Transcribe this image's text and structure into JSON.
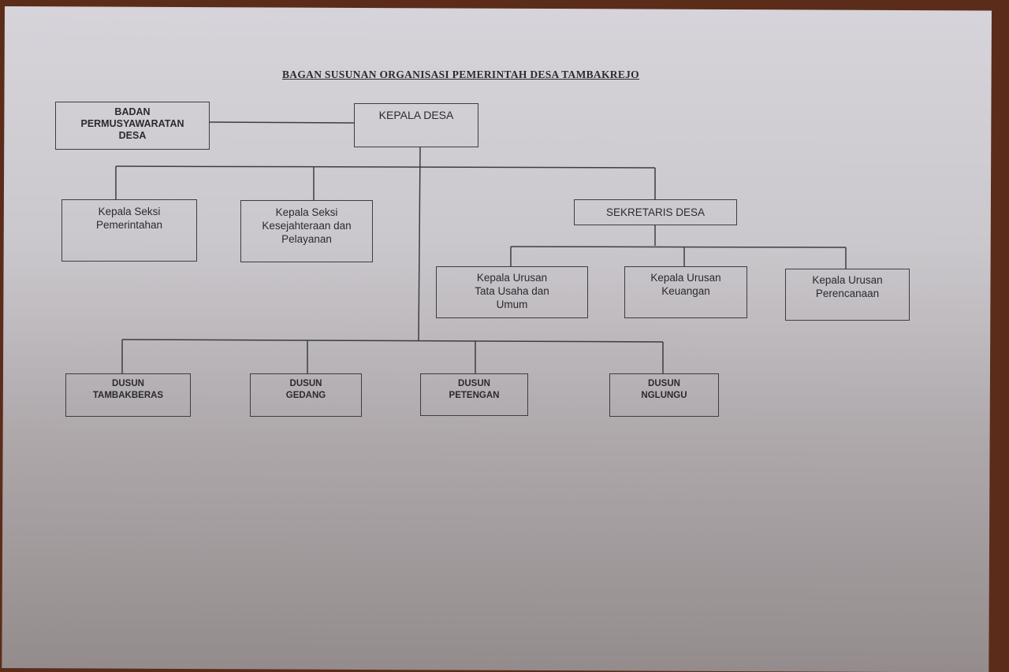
{
  "title": "BAGAN SUSUNAN ORGANISASI PEMERINTAH DESA TAMBAKREJO",
  "nodes": {
    "bpd": "BADAN\nPERMUSYAWARATAN\nDESA",
    "kepala_desa": "KEPALA DESA",
    "kasi_pemerintahan": "Kepala Seksi\nPemerintahan",
    "kasi_kesejahteraan": "Kepala Seksi\nKesejahteraan dan\nPelayanan",
    "sekretaris_desa": "SEKRETARIS DESA",
    "kaur_tu": "Kepala Urusan\nTata Usaha dan\nUmum",
    "kaur_keuangan": "Kepala Urusan\nKeuangan",
    "kaur_perencanaan": "Kepala Urusan\nPerencanaan",
    "dusun_tambakberas": "DUSUN\nTAMBAKBERAS",
    "dusun_gedang": "DUSUN\nGEDANG",
    "dusun_petengan": "DUSUN\nPETENGAN",
    "dusun_nglungu": "DUSUN\nNGLUNGU"
  },
  "colors": {
    "paper": "#d6d4da",
    "ink": "#2a2a30",
    "background": "#5b2c1a"
  }
}
